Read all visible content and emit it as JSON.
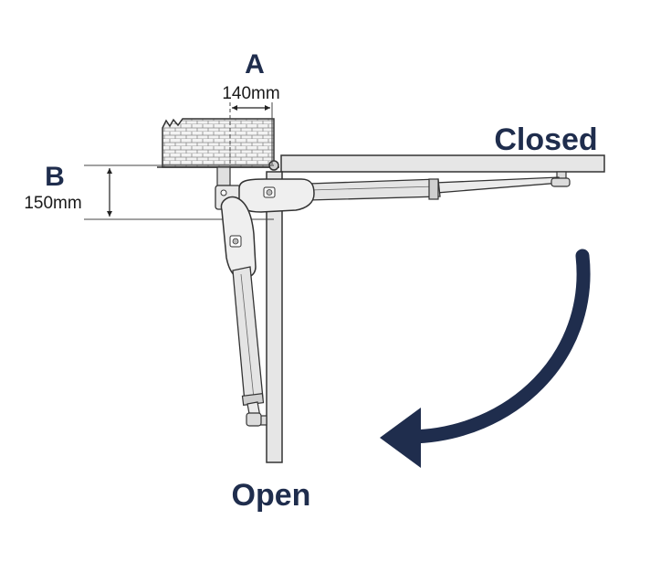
{
  "labels": {
    "a_letter": "A",
    "a_value": "140mm",
    "b_letter": "B",
    "b_value": "150mm",
    "closed": "Closed",
    "open": "Open"
  },
  "colors": {
    "navy": "#1f2d4d",
    "outline": "#333333",
    "panel_fill": "#e6e6e6",
    "motor_fill": "#efefef",
    "wall_fill": "#d9d9d9"
  }
}
